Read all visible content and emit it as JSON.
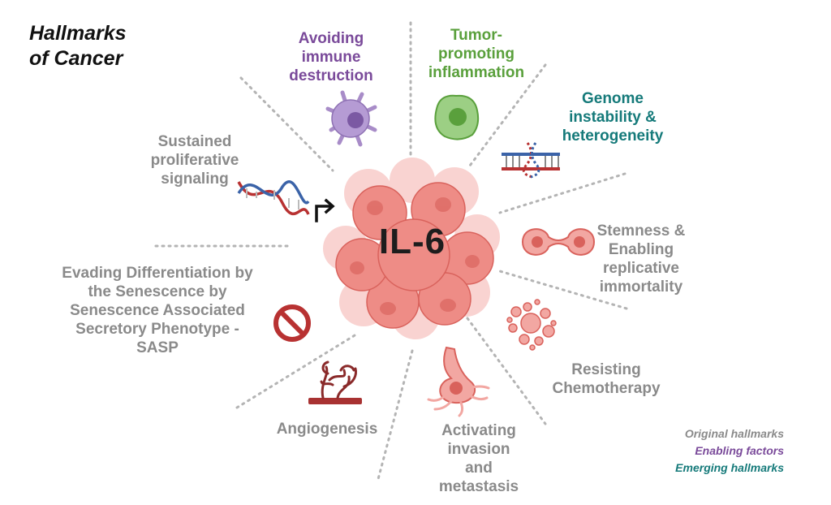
{
  "title": {
    "lines": [
      "Hallmarks",
      "of Cancer"
    ]
  },
  "center": {
    "label": "IL-6"
  },
  "colors": {
    "original": "#8a8a8a",
    "enabling": "#7a4a9a",
    "emerging": "#157a7a",
    "inflammation": "#5aa03c",
    "tumor_cell": "#ee8c86",
    "dashed_line": "#b4b4b4"
  },
  "hallmarks": {
    "avoiding_immune": {
      "category": "enabling",
      "lines": [
        "Avoiding",
        "immune",
        "destruction"
      ]
    },
    "tumor_inflammation": {
      "category": "enabling",
      "lines": [
        "Tumor-",
        "promoting",
        "inflammation"
      ]
    },
    "genome_instability": {
      "category": "emerging",
      "lines": [
        "Genome",
        "instability &",
        "heterogeneity"
      ]
    },
    "sustained_signaling": {
      "category": "original",
      "lines": [
        "Sustained",
        "proliferative",
        "signaling"
      ]
    },
    "stemness": {
      "category": "original",
      "lines": [
        "Stemness &",
        "Enabling",
        "replicative",
        "immortality"
      ]
    },
    "evading_differentiation": {
      "category": "original",
      "lines": [
        "Evading Differentiation by",
        "the Senescence by",
        "Senescence Associated",
        "Secretory Phenotype -",
        "SASP"
      ]
    },
    "resisting_chemo": {
      "category": "original",
      "lines": [
        "Resisting",
        "Chemotherapy"
      ]
    },
    "angiogenesis": {
      "category": "original",
      "lines": [
        "Angiogenesis"
      ]
    },
    "invasion": {
      "category": "original",
      "lines": [
        "Activating",
        "invasion",
        "and",
        "metastasis"
      ]
    }
  },
  "legend": {
    "original": "Original hallmarks",
    "enabling": "Enabling factors",
    "emerging": "Emerging hallmarks"
  },
  "icons": [
    "dendritic-cell-icon",
    "inflammatory-cell-icon",
    "dna-strand-break-icon",
    "dna-helix-icon",
    "promoter-arrow-icon",
    "dividing-cell-icon",
    "prohibition-icon",
    "apoptotic-cell-icon",
    "blood-vessel-icon",
    "migrating-cell-icon",
    "tumor-cluster-icon"
  ]
}
